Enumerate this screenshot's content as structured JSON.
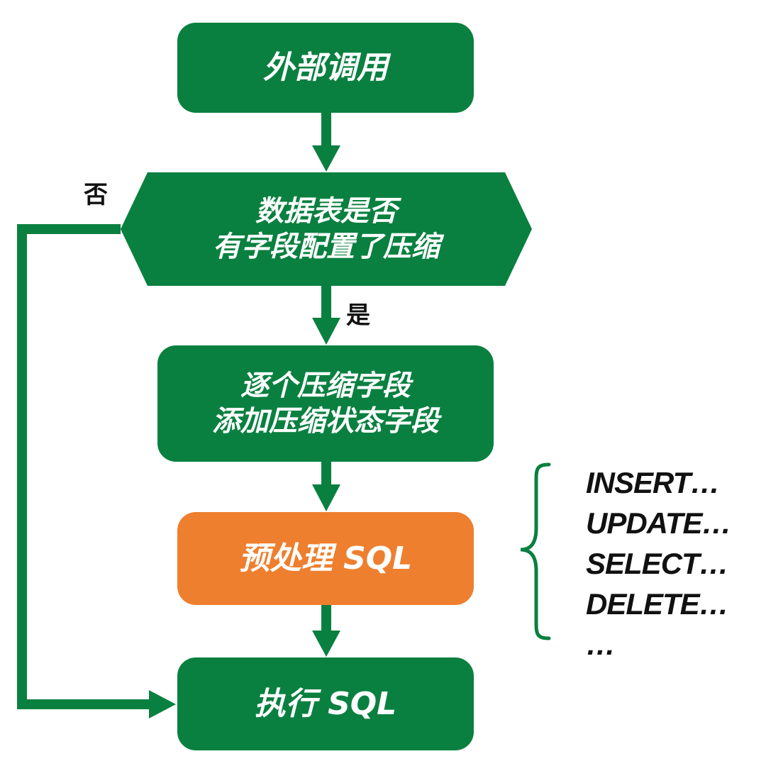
{
  "colors": {
    "primary_green": "#0a8040",
    "accent_orange": "#ee7f2e",
    "text_dark": "#111111",
    "background": "#ffffff"
  },
  "nodes": {
    "external_call": {
      "label": "外部调用"
    },
    "decision": {
      "lines": [
        "数据表是否",
        "有字段配置了压缩"
      ]
    },
    "compress_fields": {
      "lines": [
        "逐个压缩字段",
        "添加压缩状态字段"
      ]
    },
    "preprocess_sql": {
      "label": "预处理 SQL"
    },
    "execute_sql": {
      "label": "执行 SQL"
    }
  },
  "edges": {
    "no_label": "否",
    "yes_label": "是"
  },
  "sql_statements": [
    "INSERT…",
    "UPDATE…",
    "SELECT…",
    "DELETE…",
    "…"
  ]
}
